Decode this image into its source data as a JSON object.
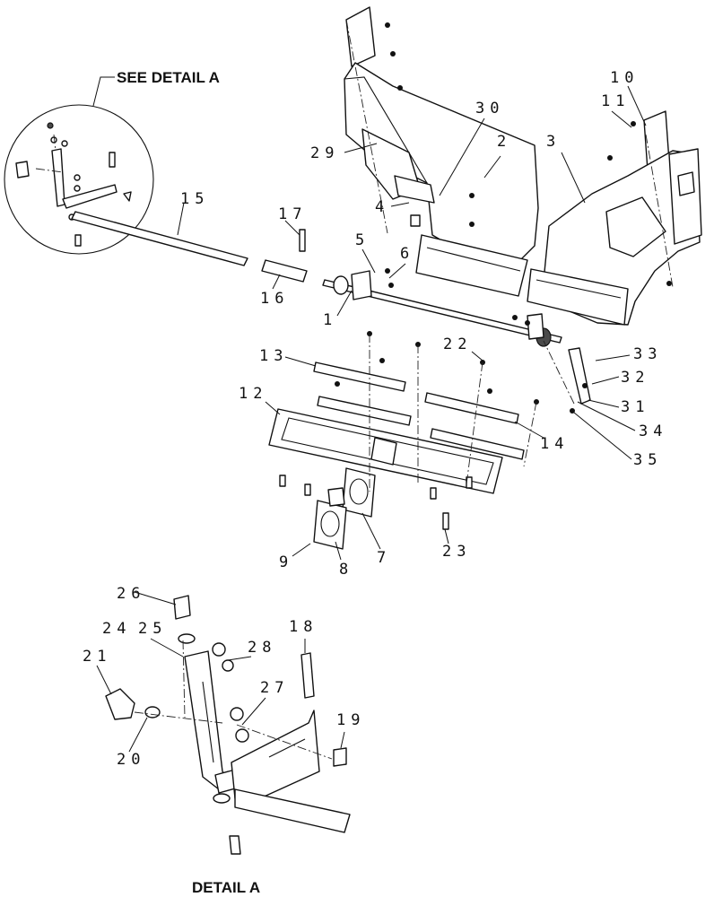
{
  "headings": {
    "see_detail": "SEE DETAIL  A",
    "detail": "DETAIL  A"
  },
  "callouts": [
    "1",
    "2",
    "3",
    "4",
    "5",
    "6",
    "7",
    "8",
    "9",
    "10",
    "11",
    "12",
    "13",
    "14",
    "15",
    "16",
    "17",
    "18",
    "19",
    "20",
    "21",
    "24",
    "25",
    "26",
    "27",
    "28",
    "22",
    "23",
    "29",
    "30",
    "31",
    "32",
    "33",
    "34",
    "35"
  ],
  "colors": {
    "ink": "#111111",
    "paper": "#ffffff",
    "shade": "#4a4a4a"
  }
}
